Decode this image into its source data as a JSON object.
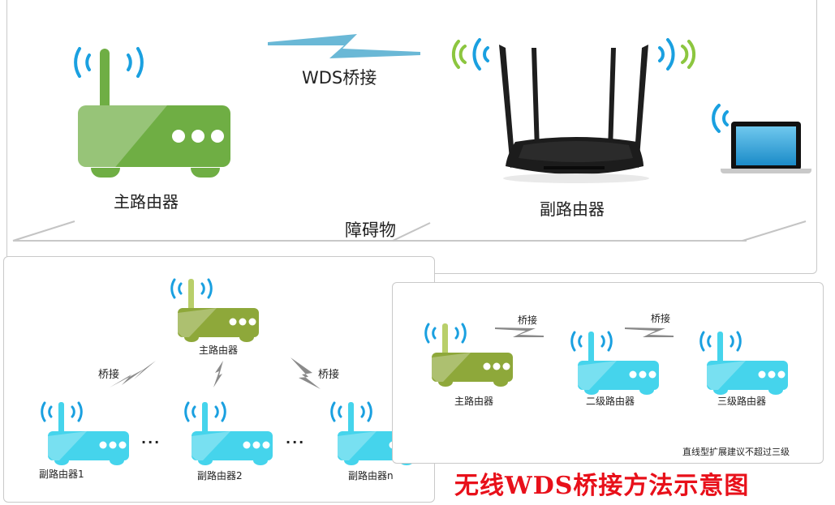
{
  "top_panel": {
    "main_router_label": "主路由器",
    "sub_router_label": "副路由器",
    "bridge_label": "WDS桥接",
    "obstacle_label": "障碍物"
  },
  "tree_panel": {
    "main_router_label": "主路由器",
    "bridge_left_label": "桥接",
    "bridge_right_label": "桥接",
    "sub_routers": [
      {
        "label": "副路由器1"
      },
      {
        "label": "副路由器2"
      },
      {
        "label": "副路由器n"
      }
    ],
    "ellipsis": "..."
  },
  "chain_panel": {
    "routers": [
      {
        "label": "主路由器"
      },
      {
        "label": "二级路由器"
      },
      {
        "label": "三级路由器"
      }
    ],
    "bridge_labels": [
      "桥接",
      "桥接"
    ],
    "note": "直线型扩展建议不超过三级"
  },
  "caption": "无线WDS桥接方法示意图",
  "colors": {
    "main_router_green": "#6fae44",
    "main_router_olive": "#8ea83a",
    "sub_router_cyan": "#45d4ec",
    "wifi_blue": "#1aa0e0",
    "wifi_green": "#8cc63f",
    "bolt_blue": "#6ab8d6",
    "bolt_gray": "#8a8a8a",
    "caption_red": "#e8101a"
  }
}
